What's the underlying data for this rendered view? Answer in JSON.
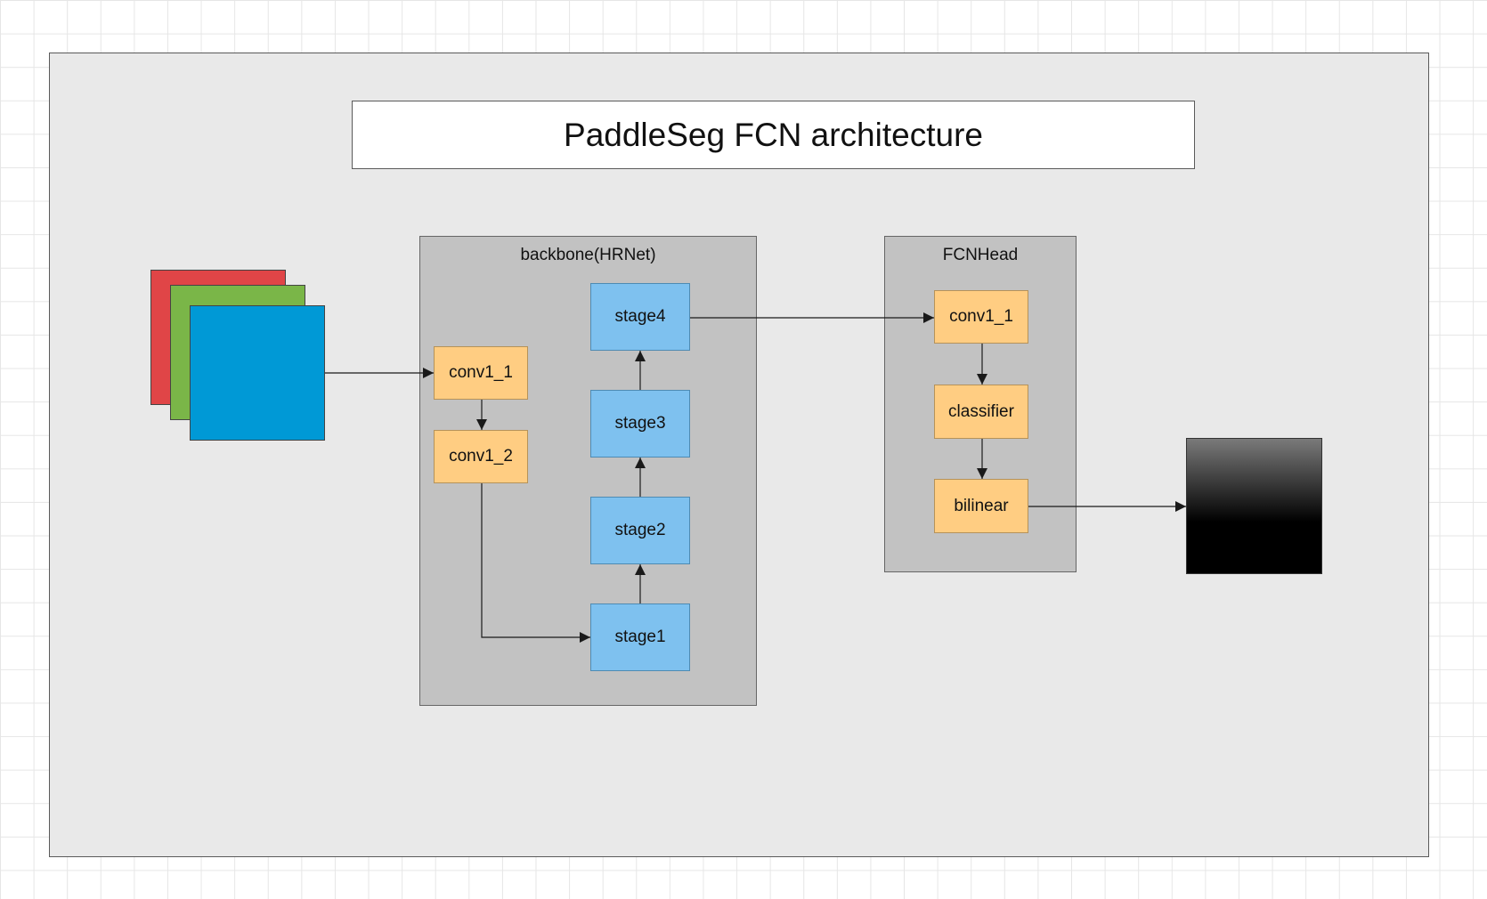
{
  "title": "PaddleSeg FCN architecture",
  "backbone": {
    "label": "backbone(HRNet)",
    "nodes": {
      "conv1_1": "conv1_1",
      "conv1_2": "conv1_2",
      "stage1": "stage1",
      "stage2": "stage2",
      "stage3": "stage3",
      "stage4": "stage4"
    }
  },
  "head": {
    "label": "FCNHead",
    "nodes": {
      "conv1_1": "conv1_1",
      "classifier": "classifier",
      "bilinear": "bilinear"
    }
  },
  "colors": {
    "input_red": "#e04547",
    "input_green": "#7ab648",
    "input_blue": "#0099d6",
    "conv_block": "#ffcd82",
    "stage_block": "#7ec1ef",
    "group_fill": "#c2c2c2",
    "panel_fill": "#e9e9e9"
  }
}
